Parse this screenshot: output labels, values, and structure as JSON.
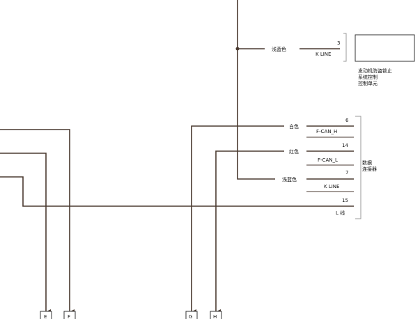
{
  "wire_color": "#4a3a30",
  "immobilizer": {
    "wire_color_label": "浅蓝色",
    "pin": "3",
    "signal": "K LINE",
    "name_lines": [
      "发动机防盗锁止",
      "系统控制",
      "控制单元"
    ]
  },
  "data_link_connector": {
    "name_lines": [
      "数据",
      "连接器"
    ],
    "pins": [
      {
        "wire_color_label": "白色",
        "pin": "6",
        "signal": "F-CAN_H"
      },
      {
        "wire_color_label": "红色",
        "pin": "14",
        "signal": "F-CAN_L"
      },
      {
        "wire_color_label": "浅蓝色",
        "pin": "7",
        "signal": "K LINE"
      },
      {
        "wire_color_label": "",
        "pin": "15",
        "signal": "L 线"
      }
    ]
  },
  "connectors": [
    "E",
    "F",
    "G",
    "H"
  ]
}
